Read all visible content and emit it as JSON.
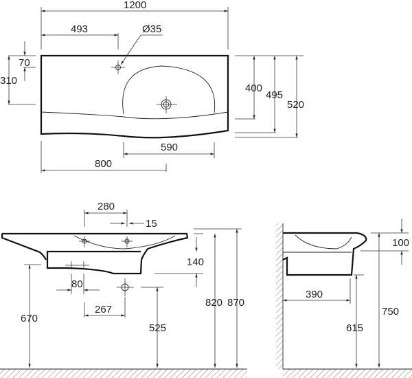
{
  "top_view": {
    "width_total": "1200",
    "tap_hole_offset": "493",
    "tap_hole_diameter": "Ø35",
    "tap_hole_depth": "70",
    "drain_depth": "310",
    "bowl_depth": "400",
    "depth_middle": "495",
    "depth_max": "520",
    "bowl_width": "590",
    "drain_offset": "800"
  },
  "front_view": {
    "tap_spacing": "280",
    "tap_offset": "15",
    "cabinet_height": "140",
    "trap_spacing": "80",
    "waste_offset": "267",
    "cabinet_bottom_height": "670",
    "waste_height": "525",
    "rim_height": "820",
    "total_height": "870"
  },
  "side_view": {
    "rim_thickness": "100",
    "cabinet_depth": "390",
    "cabinet_bottom_height": "615",
    "top_height": "750"
  }
}
